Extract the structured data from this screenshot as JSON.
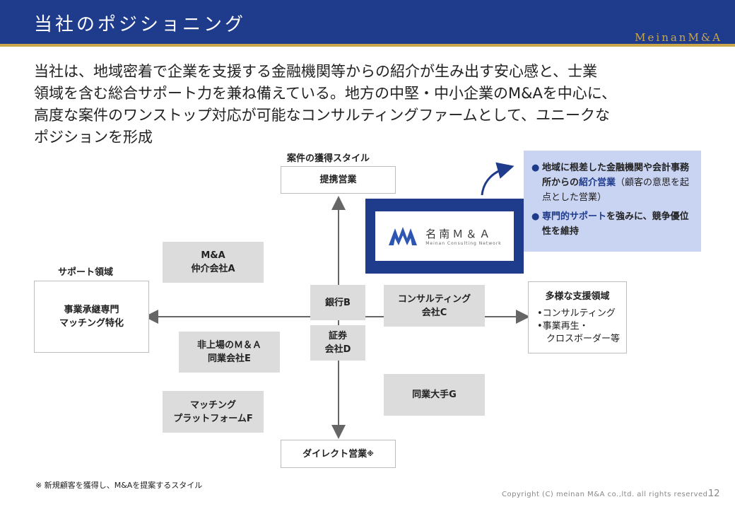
{
  "header": {
    "title": "当社のポジショニング",
    "brand": "MeinanM&A"
  },
  "lead_lines": [
    "当社は、地域密着で企業を支援する金融機関等からの紹介が生み出す安心感と、士業",
    "領域を含む総合サポート力を兼ね備えている。地方の中堅・中小企業のM&Aを中心に、",
    "高度な案件のワンストップ対応が可能なコンサルティングファームとして、ユニークな",
    "ポジションを形成"
  ],
  "axes": {
    "vertical_label": "案件の獲得スタイル",
    "top": "提携営業",
    "bottom": "ダイレクト営業",
    "bottom_mark": "※",
    "left_label": "サポート領域",
    "left_box": [
      "事業承継専門",
      "マッチング特化"
    ],
    "right_box": {
      "title": "多様な支援領域",
      "items": [
        "•コンサルティング",
        "•事業再生・",
        "　クロスボーダー等"
      ]
    }
  },
  "competitors": {
    "ma_a": [
      "M&A",
      "仲介会社A"
    ],
    "bank_b": [
      "銀行B"
    ],
    "consult_c": [
      "コンサルティング",
      "会社C"
    ],
    "sec_d": [
      "証券",
      "会社D"
    ],
    "listed_e": [
      "非上場のＭ＆Ａ",
      "同業会社E"
    ],
    "platform_f": [
      "マッチング",
      "プラットフォームF"
    ],
    "major_g": [
      "同業大手G"
    ]
  },
  "logo": {
    "jp": "名南Ｍ＆Ａ",
    "en": "Meinan Consulting Network"
  },
  "callout": {
    "item1_a": "地域に根差した金融機関や会計事務所からの",
    "item1_hl": "紹介営業",
    "item1_b": "（顧客の意思を起点とした営業）",
    "item2_hl": "専門的サポート",
    "item2_b": "を強みに、競争優位性を維持",
    "bullet": "●"
  },
  "footnote": "※ 新規顧客を獲得し、M&Aを提案するスタイル",
  "copyright": "Copyright (C) meinan M&A co.,ltd. all rights reserved.",
  "page_number": "12",
  "colors": {
    "navy": "#1f3b8c",
    "gold": "#c9a64a",
    "callout_bg": "#c9d3f2",
    "box_grey": "#dcdcdc"
  }
}
